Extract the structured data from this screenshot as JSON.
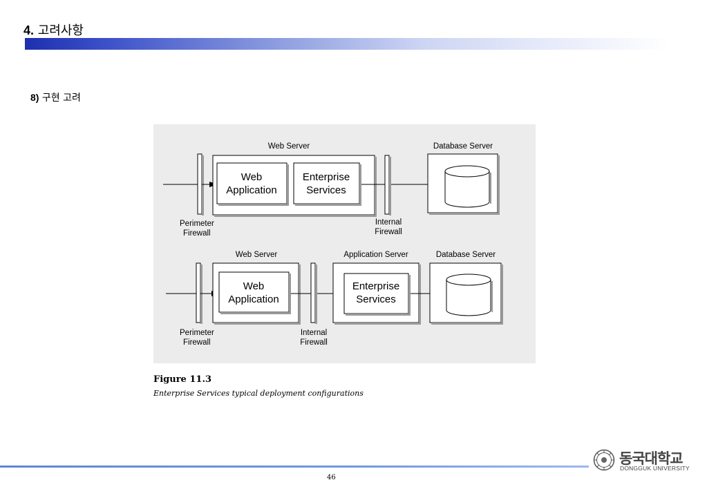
{
  "header": {
    "section_num": "4.",
    "section_title": "고려사항"
  },
  "subsection": {
    "num": "8)",
    "title": "구현 고려"
  },
  "diagram": {
    "config1": {
      "web_server": "Web Server",
      "database_server": "Database Server",
      "web_app_line1": "Web",
      "web_app_line2": "Application",
      "ent_line1": "Enterprise",
      "ent_line2": "Services",
      "perimeter_line1": "Perimeter",
      "perimeter_line2": "Firewall",
      "internal_line1": "Internal",
      "internal_line2": "Firewall"
    },
    "config2": {
      "web_server": "Web Server",
      "application_server": "Application Server",
      "database_server": "Database Server",
      "web_app_line1": "Web",
      "web_app_line2": "Application",
      "ent_line1": "Enterprise",
      "ent_line2": "Services",
      "perimeter_line1": "Perimeter",
      "perimeter_line2": "Firewall",
      "internal_line1": "Internal",
      "internal_line2": "Firewall"
    }
  },
  "figure": {
    "title": "Figure 11.3",
    "caption": "Enterprise Services typical deployment configurations"
  },
  "footer": {
    "page_number": "46",
    "logo_korean": "동국대학교",
    "logo_english": "DONGGUK UNIVERSITY"
  }
}
